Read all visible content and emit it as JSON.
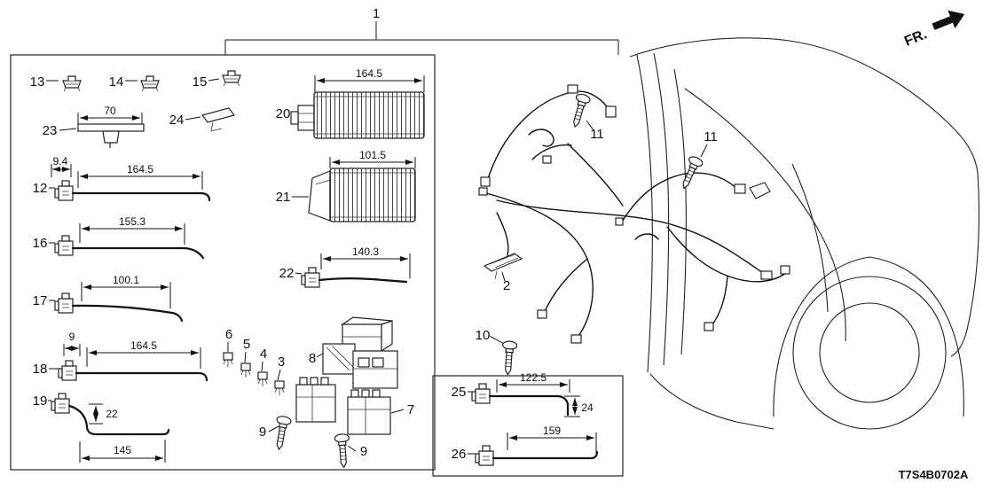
{
  "diagram": {
    "fr_label": "FR.",
    "part_code": "T7S4B0702A",
    "callouts": {
      "c1": "1",
      "c2": "2",
      "c3": "3",
      "c4": "4",
      "c5": "5",
      "c6": "6",
      "c7": "7",
      "c8": "8",
      "c9a": "9",
      "c9b": "9",
      "c10": "10",
      "c11a": "11",
      "c11b": "11",
      "c12": "12",
      "c13": "13",
      "c14": "14",
      "c15": "15",
      "c16": "16",
      "c17": "17",
      "c18": "18",
      "c19": "19",
      "c20": "20",
      "c21": "21",
      "c22": "22",
      "c23": "23",
      "c24": "24",
      "c25": "25",
      "c26": "26"
    },
    "dimensions": {
      "d23": "70",
      "d20": "164.5",
      "d21": "101.5",
      "d22": "140.3",
      "d12_offset": "9.4",
      "d12_length": "164.5",
      "d16": "155.3",
      "d17": "100.1",
      "d18_offset": "9",
      "d18_length": "164.5",
      "d19_height": "22",
      "d19_length": "145",
      "d25_length": "122.5",
      "d25_end": "24",
      "d26": "159"
    }
  }
}
